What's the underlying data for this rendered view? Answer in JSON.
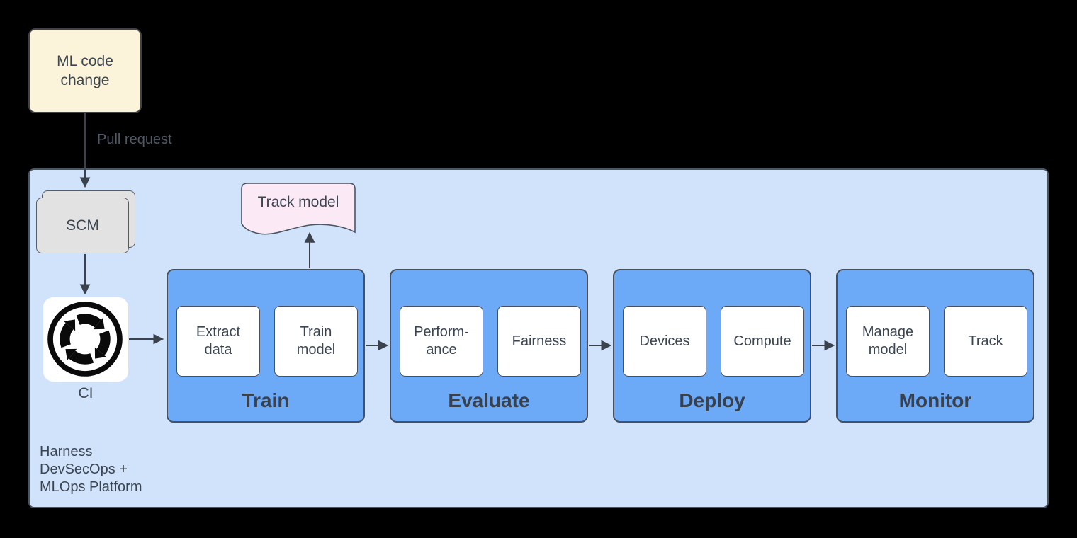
{
  "colors": {
    "background": "#000000",
    "platform_fill": "#D1E3FB",
    "stage_fill": "#6CA9F6",
    "chip_fill": "#FFFFFF",
    "ml_change_fill": "#FCF3DB",
    "scm_fill": "#E2E2E2",
    "document_fill": "#FBEAF6",
    "border_dark": "#46505E",
    "arrow": "#3A424E",
    "text": "#3B4551",
    "icon_black": "#0A0A0A"
  },
  "nodes": {
    "ml_code_change": "ML code change",
    "scm": "SCM",
    "ci": "CI",
    "track_model": "Track model"
  },
  "labels": {
    "pull_request": "Pull request",
    "platform_lines": [
      "Harness",
      "DevSecOps +",
      "MLOps Platform"
    ]
  },
  "stages": [
    {
      "title": "Train",
      "items": [
        "Extract data",
        "Train model"
      ]
    },
    {
      "title": "Evaluate",
      "items": [
        "Perform-ance",
        "Fairness"
      ]
    },
    {
      "title": "Deploy",
      "items": [
        "Devices",
        "Compute"
      ]
    },
    {
      "title": "Monitor",
      "items": [
        "Manage model",
        "Track"
      ]
    }
  ],
  "icons": {
    "ci": "continuous-integration-cycle-icon"
  }
}
